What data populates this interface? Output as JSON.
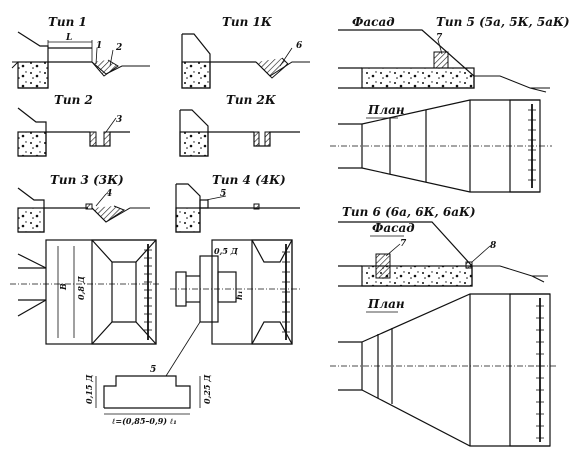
{
  "labels": {
    "type1": "Тип 1",
    "type1k": "Тип 1К",
    "type2": "Тип 2",
    "type2k": "Тип 2К",
    "type3": "Тип 3 (3К)",
    "type4": "Тип 4 (4К)",
    "type5": "Тип 5 (5а, 5К, 5аК)",
    "type6": "Тип 6 (6а, 6К, 6аК)",
    "facade1": "Фасад",
    "facade2": "Фасад",
    "plan1": "План",
    "plan2": "План"
  },
  "numbers": {
    "n1": "1",
    "n2": "2",
    "n3": "3",
    "n4": "4",
    "n5a": "5",
    "n5b": "5",
    "n6": "6",
    "n7a": "7",
    "n7b": "7",
    "n8": "8",
    "len": "L"
  },
  "dimensions": {
    "d_b": "В",
    "d_08": "0,8 Д",
    "d_05": "0,5 Д",
    "d_h1": "h₁",
    "d_012": "0,15 Д",
    "d_025": "0,25 Д",
    "d_bottom": "ℓ=(0,85–0,9) ℓ₁"
  }
}
